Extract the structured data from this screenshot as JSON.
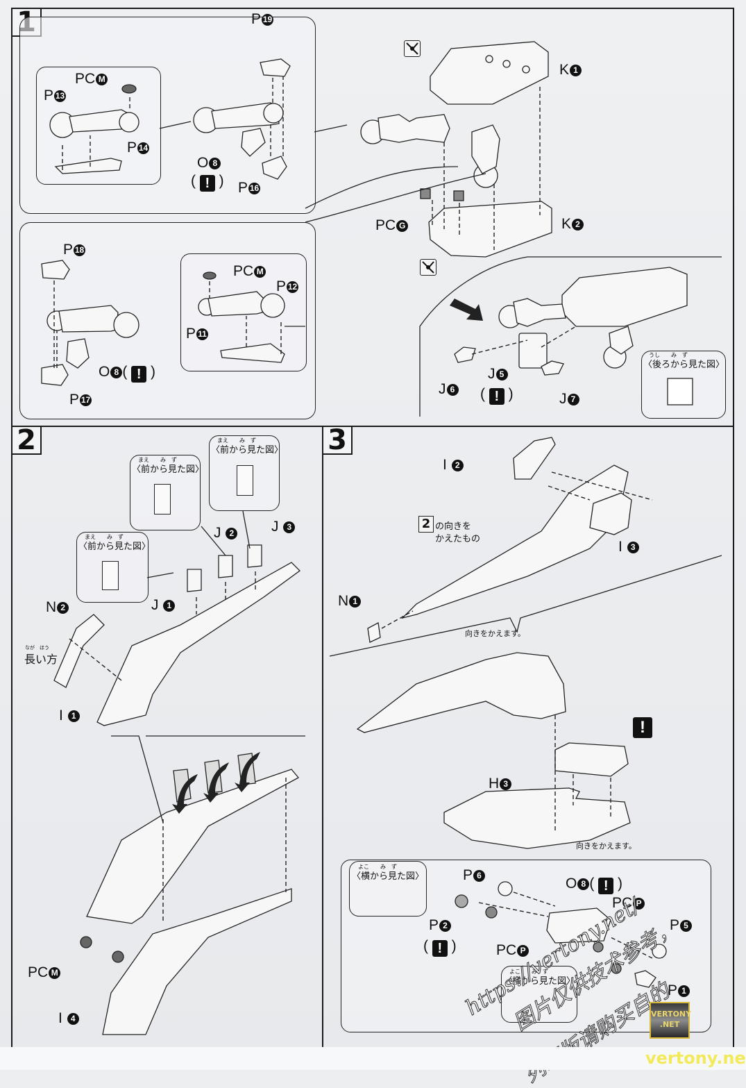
{
  "steps": [
    {
      "number": "1",
      "labels": {
        "p19": {
          "letter": "P",
          "num": "19"
        },
        "pcm_a": {
          "letter": "PC",
          "num": "M"
        },
        "p13": {
          "letter": "P",
          "num": "13"
        },
        "p14": {
          "letter": "P",
          "num": "14"
        },
        "o8_a": {
          "letter": "O",
          "num": "8"
        },
        "p16": {
          "letter": "P",
          "num": "16"
        },
        "k1": {
          "letter": "K",
          "num": "1"
        },
        "pcg": {
          "letter": "PC",
          "num": "G"
        },
        "k2": {
          "letter": "K",
          "num": "2"
        },
        "p18": {
          "letter": "P",
          "num": "18"
        },
        "pcm_b": {
          "letter": "PC",
          "num": "M"
        },
        "p12": {
          "letter": "P",
          "num": "12"
        },
        "p11": {
          "letter": "P",
          "num": "11"
        },
        "o8_b": {
          "letter": "O",
          "num": "8"
        },
        "p17": {
          "letter": "P",
          "num": "17"
        },
        "j6": {
          "letter": "J",
          "num": "6"
        },
        "j5": {
          "letter": "J",
          "num": "5"
        },
        "j7": {
          "letter": "J",
          "num": "7"
        }
      },
      "view_note": "〈後ろから見た図〉",
      "view_note_ruby": "うし　　み　ず"
    },
    {
      "number": "2",
      "labels": {
        "j1": {
          "letter": "J",
          "num": "1"
        },
        "j2": {
          "letter": "J",
          "num": "2"
        },
        "j3": {
          "letter": "J",
          "num": "3"
        },
        "n2": {
          "letter": "N",
          "num": "2"
        },
        "i1": {
          "letter": "I",
          "num": "1"
        },
        "pcm": {
          "letter": "PC",
          "num": "M"
        },
        "i4": {
          "letter": "I",
          "num": "4"
        }
      },
      "front_view_note": "〈前から見た図〉",
      "front_view_ruby": "まえ　　み　ず",
      "long_side_note": "長い方",
      "long_side_ruby": "なが　ほう"
    },
    {
      "number": "3",
      "labels": {
        "i2": {
          "letter": "I",
          "num": "2"
        },
        "i3": {
          "letter": "I",
          "num": "3"
        },
        "n1": {
          "letter": "N",
          "num": "1"
        },
        "h3": {
          "letter": "H",
          "num": "3"
        },
        "p6": {
          "letter": "P",
          "num": "6"
        },
        "o_part": {
          "letter": "O",
          "num": "8"
        },
        "pcp_a": {
          "letter": "PC",
          "num": "P"
        },
        "p2": {
          "letter": "P",
          "num": "2"
        },
        "pcp_b": {
          "letter": "PC",
          "num": "P"
        },
        "p5": {
          "letter": "P",
          "num": "5"
        },
        "p1": {
          "letter": "P",
          "num": "1"
        }
      },
      "ref_step": "2",
      "ref_note_line1": "の向きを",
      "ref_note_line2": "かえたもの",
      "rotate_note": "向きをかえます。",
      "rotate_note_b": "向きをかえます。",
      "side_view_note": "〈横から見た図〉",
      "side_view_ruby": "よこ　　み　ず"
    }
  ],
  "symbols": {
    "warning": "!",
    "nipper_icon": "nipper-icon",
    "caution_icon": "caution-icon"
  },
  "watermark": {
    "line1": "https://vertony.net/",
    "line2": "图片仅供技术参考，",
    "line3": "列印版请购买自的"
  },
  "logo": {
    "line1": "VERTONY",
    "line2": ".NET"
  },
  "site_text": "vertony.net"
}
